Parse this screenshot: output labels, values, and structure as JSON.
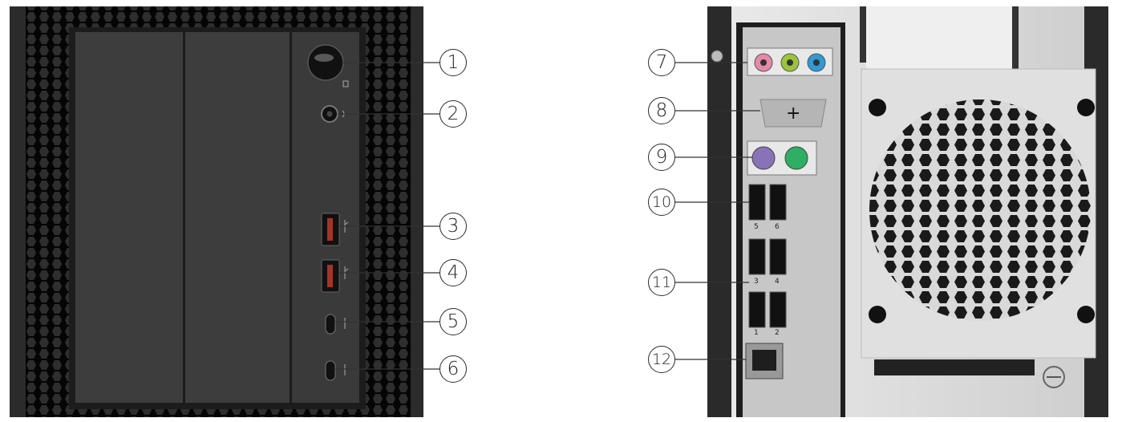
{
  "callouts": {
    "c1": "1",
    "c2": "2",
    "c3": "3",
    "c4": "4",
    "c5": "5",
    "c6": "6",
    "c7": "7",
    "c8": "8",
    "c9": "9",
    "c10": "10",
    "c11": "11",
    "c12": "12"
  },
  "rear_usb_labels": {
    "p1": "1",
    "p2": "2",
    "p3": "3",
    "p4": "4",
    "p5": "5",
    "p6": "6"
  },
  "colors": {
    "audio_mic": "#e58aa6",
    "audio_line_out": "#9cc43a",
    "audio_line_in": "#2e9ad6",
    "ps2_keyboard": "#8a72b8",
    "ps2_mouse": "#2fae66"
  },
  "icons": [
    "power-icon",
    "headset-icon",
    "usb-icon",
    "ethernet-icon",
    "mic-icon",
    "line-out-icon",
    "line-in-icon",
    "keyboard-icon",
    "mouse-icon",
    "display-port-icon"
  ]
}
